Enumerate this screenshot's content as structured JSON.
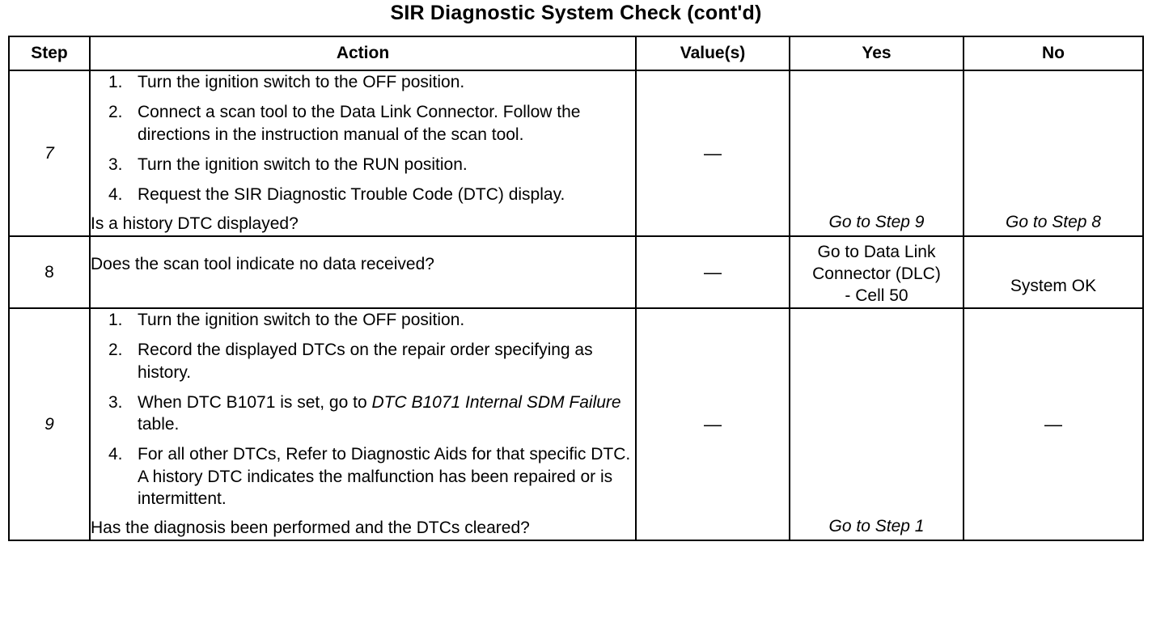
{
  "document": {
    "title": "SIR Diagnostic System Check (cont'd)"
  },
  "table": {
    "columns": [
      "Step",
      "Action",
      "Value(s)",
      "Yes",
      "No"
    ],
    "rows": [
      {
        "step": "7",
        "items": [
          {
            "num": "1.",
            "text": "Turn the ignition switch to the OFF position."
          },
          {
            "num": "2.",
            "text": "Connect a scan tool to the Data Link Connector. Follow the directions in the instruction manual of the scan tool."
          },
          {
            "num": "3.",
            "text": "Turn the ignition switch to the RUN position."
          },
          {
            "num": "4.",
            "text": "Request the SIR Diagnostic Trouble Code (DTC) display."
          }
        ],
        "question": "Is a history DTC displayed?",
        "value": "—",
        "yes": "Go to Step 9",
        "no": "Go to Step 8"
      },
      {
        "step": "8",
        "items": [],
        "question": "Does the scan tool indicate no data received?",
        "value": "—",
        "yes_line1": "Go to Data Link",
        "yes_line2": "Connector (DLC)",
        "yes_line3": "- Cell 50",
        "no": "System OK"
      },
      {
        "step": "9",
        "items": [
          {
            "num": "1.",
            "text": "Turn the ignition switch to the OFF position."
          },
          {
            "num": "2.",
            "text": "Record the displayed DTCs on the repair order specifying as history."
          },
          {
            "num": "3.",
            "text_before": "When DTC B1071 is set, go to ",
            "text_italic": "DTC B1071 Internal SDM Failure",
            "text_after": " table."
          },
          {
            "num": "4.",
            "text": "For all other DTCs, Refer to Diagnostic Aids for that specific DTC. A history DTC indicates the malfunction has been repaired or is intermittent."
          }
        ],
        "question": "Has the diagnosis been performed and the DTCs cleared?",
        "value": "—",
        "yes": "Go to Step 1",
        "no": "—"
      }
    ]
  }
}
